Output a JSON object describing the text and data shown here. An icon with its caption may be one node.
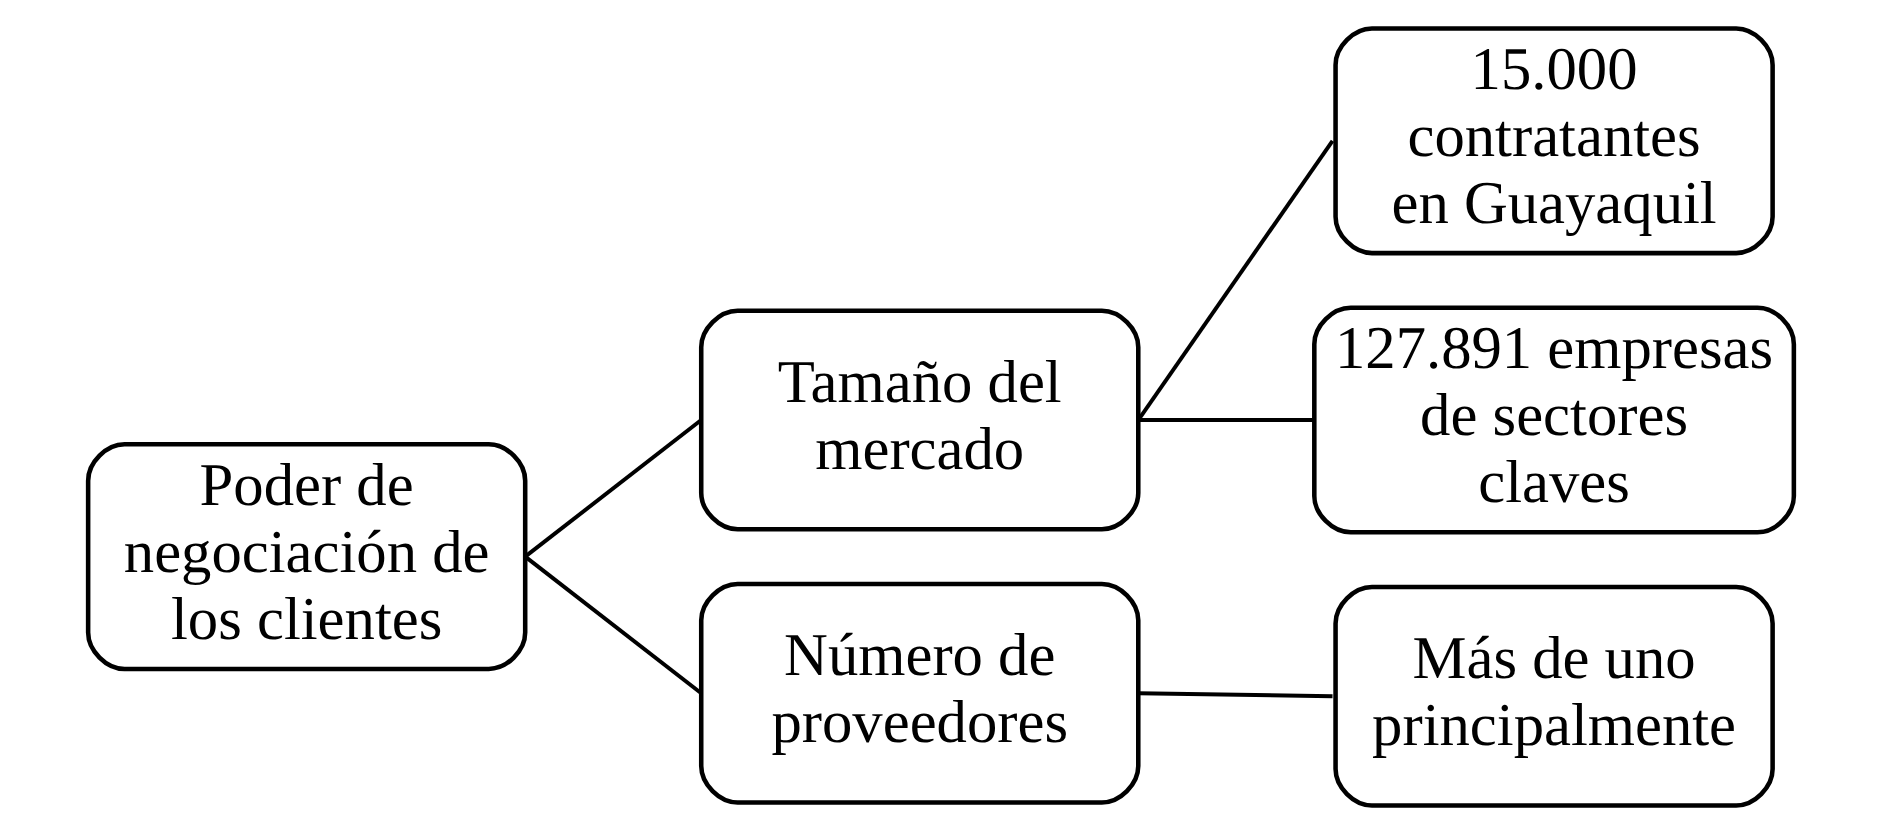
{
  "diagram": {
    "nodes": [
      {
        "text": [
          "Poder de negociación de los clientes"
        ]
      },
      {
        "text": [
          "Tamaño del mercado"
        ]
      },
      {
        "text": [
          "15.000 contratantes en Guayaquil"
        ]
      },
      {
        "text": [
          "127.891 empresas de sectores claves"
        ]
      },
      {
        "text": [
          "Número de proveedores"
        ]
      },
      {
        "text": [
          "Más de uno principalmente"
        ]
      }
    ],
    "edges": [
      {
        "from": 0,
        "to": 1,
        "arrow": "none"
      },
      {
        "from": 0,
        "to": 4,
        "arrow": "none"
      },
      {
        "from": 1,
        "to": 2,
        "arrow": "none"
      },
      {
        "from": 1,
        "to": 3,
        "arrow": "none"
      },
      {
        "from": 4,
        "to": 5,
        "arrow": "none"
      }
    ]
  }
}
